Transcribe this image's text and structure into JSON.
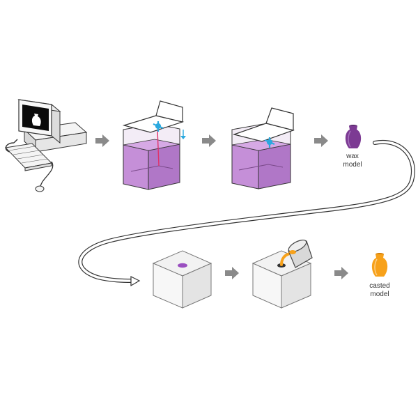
{
  "labels": {
    "wax": [
      "wax",
      "model"
    ],
    "cast": [
      "casted",
      "model"
    ]
  },
  "colors": {
    "resin": "#c58fd8",
    "resin_dark": "#9a5ab3",
    "wax_model": "#7c3a93",
    "cast_model": "#f7a11a",
    "cast_model_dark": "#d47f05",
    "laser": "#2aa9df",
    "beam": "#e0336b",
    "arrow": "#8a8a8a",
    "outline": "#333333",
    "block_top": "#f2f2f2",
    "block_side": "#e2e2e2",
    "block_front": "#ececec",
    "sprue_hole": "#9a4fc0"
  },
  "icons": [
    "computer-icon",
    "wax-vase-icon",
    "casted-vase-icon",
    "arrow-right-icon",
    "laser-icon",
    "ladle-icon"
  ]
}
